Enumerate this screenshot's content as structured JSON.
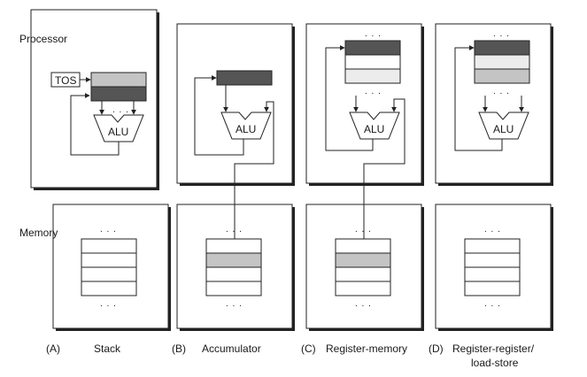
{
  "labels": {
    "processor": "Processor",
    "memory": "Memory",
    "tos": "TOS",
    "alu": "ALU",
    "ellipsis": ". . ."
  },
  "colors": {
    "dark_register": "#555555",
    "medium_register": "#c4c4c4",
    "light_register": "#ececec",
    "memory_highlight": "#c4c4c4",
    "empty_cell": "#ffffff"
  },
  "panels": [
    {
      "letter": "(A)",
      "caption": "Stack"
    },
    {
      "letter": "(B)",
      "caption": "Accumulator"
    },
    {
      "letter": "(C)",
      "caption": "Register-memory"
    },
    {
      "letter": "(D)",
      "caption_line1": "Register-register/",
      "caption_line2": "load-store"
    }
  ]
}
